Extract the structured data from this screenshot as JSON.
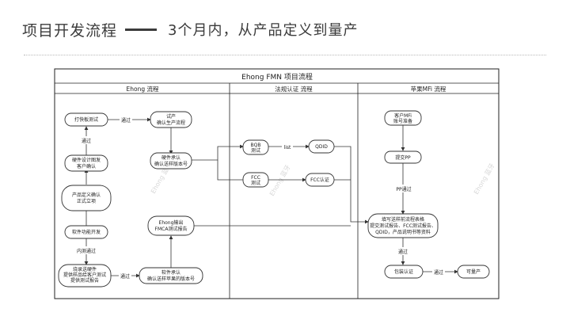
{
  "slide": {
    "title": "项目开发流程",
    "subtitle": "3个月内，从产品定义到量产"
  },
  "diagram": {
    "title": "Ehong FMN 项目流程",
    "lanes": [
      "Ehong 流程",
      "法规认证 流程",
      "苹果MFi 流程"
    ],
    "nodes": {
      "fast_test": "打快板测试",
      "trial": [
        "试产",
        "确认生产流程"
      ],
      "hw_design": [
        "硬件设计图发",
        "客户确认"
      ],
      "hw_confirm": [
        "硬件承认",
        "确认送样版本号"
      ],
      "product_def": [
        "产品定义确认",
        "正式立项"
      ],
      "sw_dev": "软件功能开发",
      "sample": [
        "烧录送硬件",
        "提供样品给客户测试",
        "提供测试报告"
      ],
      "sw_confirm": [
        "软件承认",
        "确认送样苹果的版本号"
      ],
      "ehong_fmca": [
        "Ehong输出",
        "FMCA测试报告"
      ],
      "bqb": [
        "BQB",
        "测试"
      ],
      "qdid": "QDID",
      "fcc": [
        "FCC",
        "测试"
      ],
      "fcc_cert": "FCC认证",
      "mfi_account": [
        "客户MFi",
        "账号准备"
      ],
      "submit_pp": "提交PP",
      "fill_forms": [
        "填写送样前流程表格",
        "提交测试报告、FCC测试报告、",
        "QDID，产品说明书等资料"
      ],
      "pkg_cert": "包装认证",
      "mass_prod": "可量产"
    },
    "edge_labels": {
      "pass_fast": "通过",
      "pass_design": "通过",
      "internal_pass": "内测通过",
      "pass_sample": "通过",
      "list": "list",
      "pp_pass": "PP通过",
      "pass_forms": "通过",
      "pass_pkg": "通过"
    },
    "watermarks": [
      "Ehong 蓝牙",
      "Ehong 蓝牙",
      "Ehong 蓝牙"
    ]
  }
}
